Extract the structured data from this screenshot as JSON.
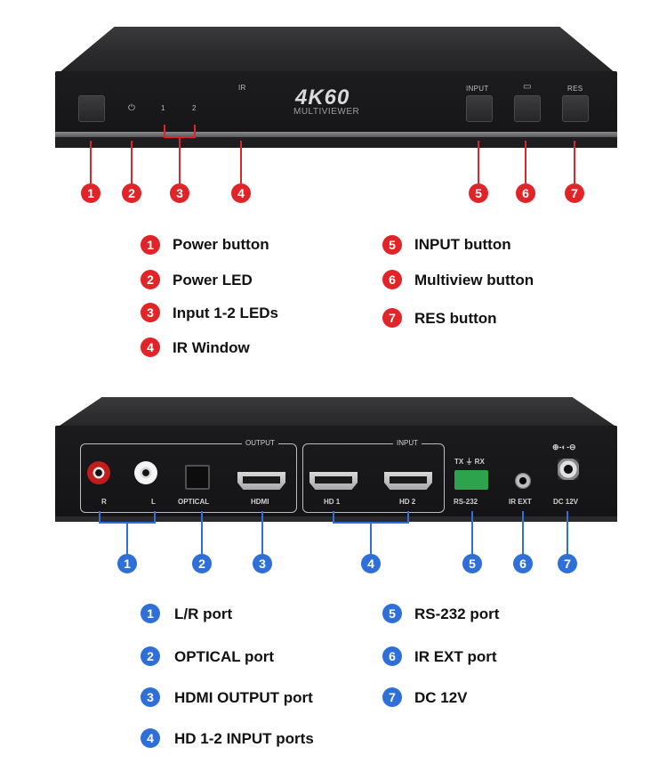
{
  "front": {
    "panel_labels": {
      "ir": "IR",
      "led1": "1",
      "led2": "2",
      "input": "INPUT",
      "res": "RES",
      "power_symbol": "⏻",
      "multiview_symbol": "▭"
    },
    "brand": {
      "line1": "4K60",
      "line2": "MULTIVIEWER"
    },
    "callouts": [
      "1",
      "2",
      "3",
      "4",
      "5",
      "6",
      "7"
    ],
    "legend_left": [
      {
        "num": "1",
        "text": "Power button"
      },
      {
        "num": "2",
        "text": "Power LED"
      },
      {
        "num": "3",
        "text": "Input 1-2 LEDs"
      },
      {
        "num": "4",
        "text": "IR Window"
      }
    ],
    "legend_right": [
      {
        "num": "5",
        "text": "INPUT button"
      },
      {
        "num": "6",
        "text": "Multiview button"
      },
      {
        "num": "7",
        "text": "RES button"
      }
    ]
  },
  "rear": {
    "groups": {
      "output": "OUTPUT",
      "input": "INPUT"
    },
    "port_labels": {
      "r": "R",
      "l": "L",
      "optical": "OPTICAL",
      "hdmi": "HDMI",
      "hd1": "HD 1",
      "hd2": "HD 2",
      "rs232": "RS-232",
      "irext": "IR EXT",
      "dc": "DC 12V",
      "txrx": "TX ⏚ RX",
      "dc_polarity": "⊕-◐-⊖"
    },
    "callouts": [
      "1",
      "2",
      "3",
      "4",
      "5",
      "6",
      "7"
    ],
    "legend_left": [
      {
        "num": "1",
        "text": "L/R port"
      },
      {
        "num": "2",
        "text": "OPTICAL port"
      },
      {
        "num": "3",
        "text": "HDMI OUTPUT port"
      },
      {
        "num": "4",
        "text": "HD 1-2 INPUT ports"
      }
    ],
    "legend_right": [
      {
        "num": "5",
        "text": "RS-232 port"
      },
      {
        "num": "6",
        "text": "IR EXT port"
      },
      {
        "num": "7",
        "text": "DC 12V"
      }
    ]
  },
  "colors": {
    "red_callout": "#e02427",
    "blue_callout": "#2f6fd8"
  }
}
